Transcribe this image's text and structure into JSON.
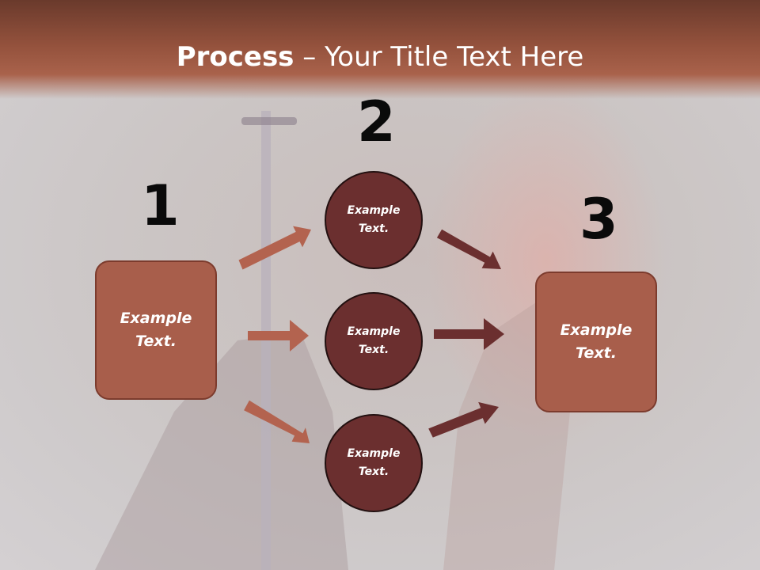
{
  "title": {
    "bold": "Process",
    "rest": " – Your Title Text Here"
  },
  "steps": {
    "one": "1",
    "two": "2",
    "three": "3"
  },
  "left_box": {
    "text": "Example Text."
  },
  "right_box": {
    "text": "Example Text."
  },
  "circles": [
    {
      "text": "Example Text."
    },
    {
      "text": "Example Text."
    },
    {
      "text": "Example Text."
    }
  ],
  "colors": {
    "header": "#93513c",
    "box_fill": "#a85e4b",
    "circle_fill": "#6b2f2f",
    "arrow_light": "#b3634f",
    "arrow_dark": "#6b2f2f"
  }
}
